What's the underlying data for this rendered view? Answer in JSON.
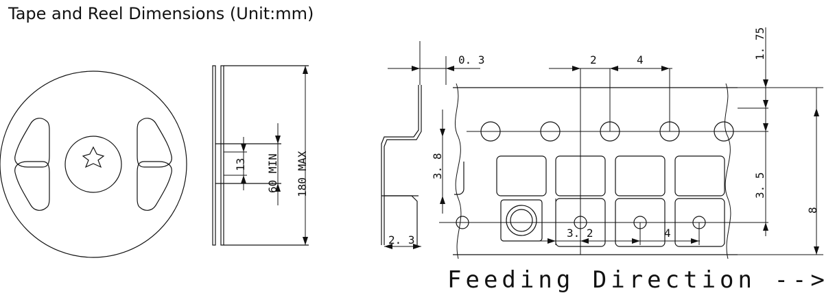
{
  "title": "Tape and Reel Dimensions (Unit:mm)",
  "dimensions": {
    "reel_max": "180 MAX",
    "hub_min": "60 MIN",
    "hub_width": "13",
    "offset_0_3": "0. 3",
    "pitch_2": "2",
    "pitch_4_top": "4",
    "edge_1_75": "1. 75",
    "pitch_3_5": "3. 5",
    "tape_width_8": "8",
    "pocket_3_8": "3. 8",
    "pocket_2_3": "2. 3",
    "pocket_3_2": "3. 2",
    "pitch_4_bottom": "4"
  },
  "feeding_direction": "Feeding Direction -->"
}
